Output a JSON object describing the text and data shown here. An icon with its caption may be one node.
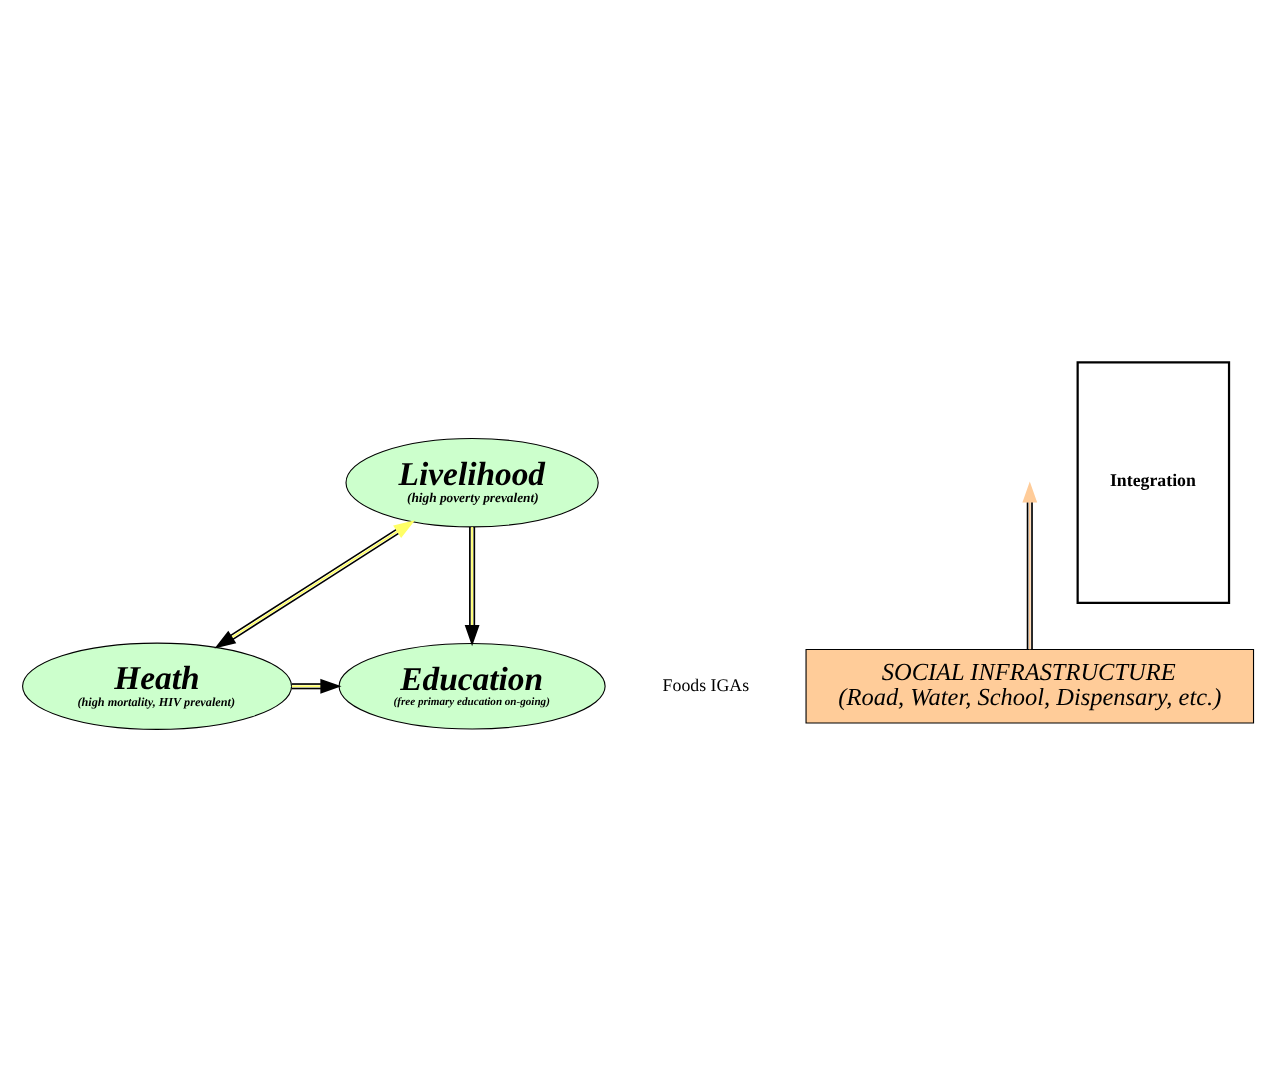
{
  "diagram": {
    "nodes": [
      {
        "text": [
          "Livelihood",
          "(high poverty prevalent)"
        ]
      },
      {
        "text": [
          "Education",
          "(free primary education on-going)"
        ]
      },
      {
        "text": [
          "Heath",
          "(high mortality, HIV prevalent)"
        ]
      },
      {
        "text": [
          "SOCIAL INFRASTRUCTURE",
          "(Road, Water, School, Dispensary, etc.)"
        ]
      },
      {
        "text": [
          "Integration"
        ]
      }
    ],
    "edges": [
      {
        "from": 0,
        "to": 1,
        "arrow": "to"
      },
      {
        "from": 0,
        "to": 2,
        "arrow": "both"
      },
      {
        "from": 2,
        "to": 1,
        "arrow": "to"
      },
      {
        "from": 3,
        "to": null,
        "arrow": "to",
        "color": "#ffcc99"
      }
    ],
    "labels": [
      "Foods IGAs"
    ]
  }
}
